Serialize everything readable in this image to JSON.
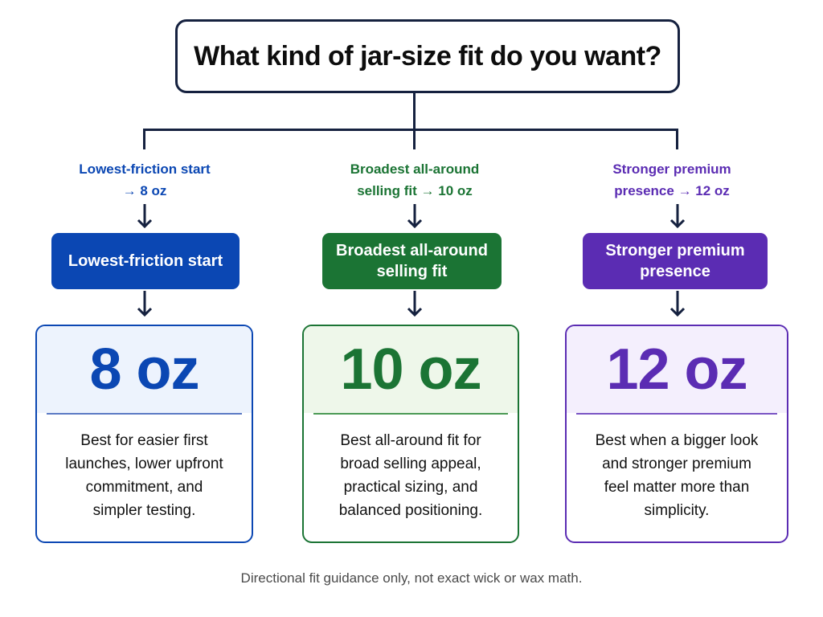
{
  "question": "What kind of jar-size fit do you want?",
  "colors": {
    "connector": "#15213f",
    "blue": "#0b47b3",
    "blue_bg": "#edf3fd",
    "green": "#1b7434",
    "green_bg": "#eef7ea",
    "purple": "#5b2cb3",
    "purple_bg": "#f4effd"
  },
  "branches": [
    {
      "id": "8oz",
      "label": "Lowest-friction start → 8 oz",
      "label_line1": "Lowest-friction start",
      "label_line2": "→ 8 oz",
      "option": "Lowest-friction start",
      "option_line1": "Lowest-friction start",
      "option_line2": "",
      "size": "8 oz",
      "description": "Best for easier first launches, lower upfront commitment, and simpler testing."
    },
    {
      "id": "10oz",
      "label": "Broadest all-around selling fit → 10 oz",
      "label_line1": "Broadest all-around",
      "label_line2": "selling fit → 10 oz",
      "option": "Broadest all-around selling fit",
      "option_line1": "Broadest all-around",
      "option_line2": "selling fit",
      "size": "10 oz",
      "description": "Best all-around fit for broad selling appeal, practical sizing, and balanced positioning."
    },
    {
      "id": "12oz",
      "label": "Stronger premium presence → 12 oz",
      "label_line1": "Stronger premium",
      "label_line2": "presence → 12 oz",
      "option": "Stronger premium presence",
      "option_line1": "Stronger premium",
      "option_line2": "presence",
      "size": "12 oz",
      "description": "Best when a bigger look and stronger premium feel matter more than simplicity."
    }
  ],
  "footnote": "Directional fit guidance only, not exact wick or wax math."
}
